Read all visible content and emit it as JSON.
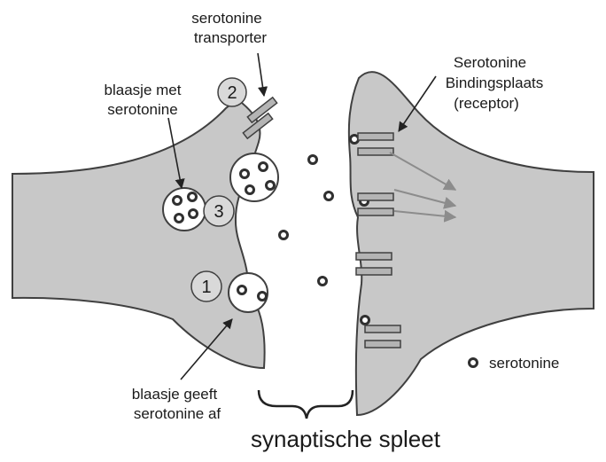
{
  "labels": {
    "transporter_line1": "serotonine",
    "transporter_line2": "transporter",
    "vesicle_line1": "blaasje met",
    "vesicle_line2": "serotonine",
    "release_line1": "blaasje geeft",
    "release_line2": "serotonine af",
    "receptor_line1": "Serotonine",
    "receptor_line2": "Bindingsplaats",
    "receptor_line3": "(receptor)",
    "cleft": "synaptische spleet",
    "legend": "serotonine"
  },
  "steps": [
    "1",
    "2",
    "3"
  ],
  "colors": {
    "neuron_fill": "#c8c8c8",
    "outline": "#404040",
    "circle_fill": "#d9d9d9",
    "receptor_fill": "#b4b4b4",
    "arrow_gray": "#8c8c8c"
  }
}
